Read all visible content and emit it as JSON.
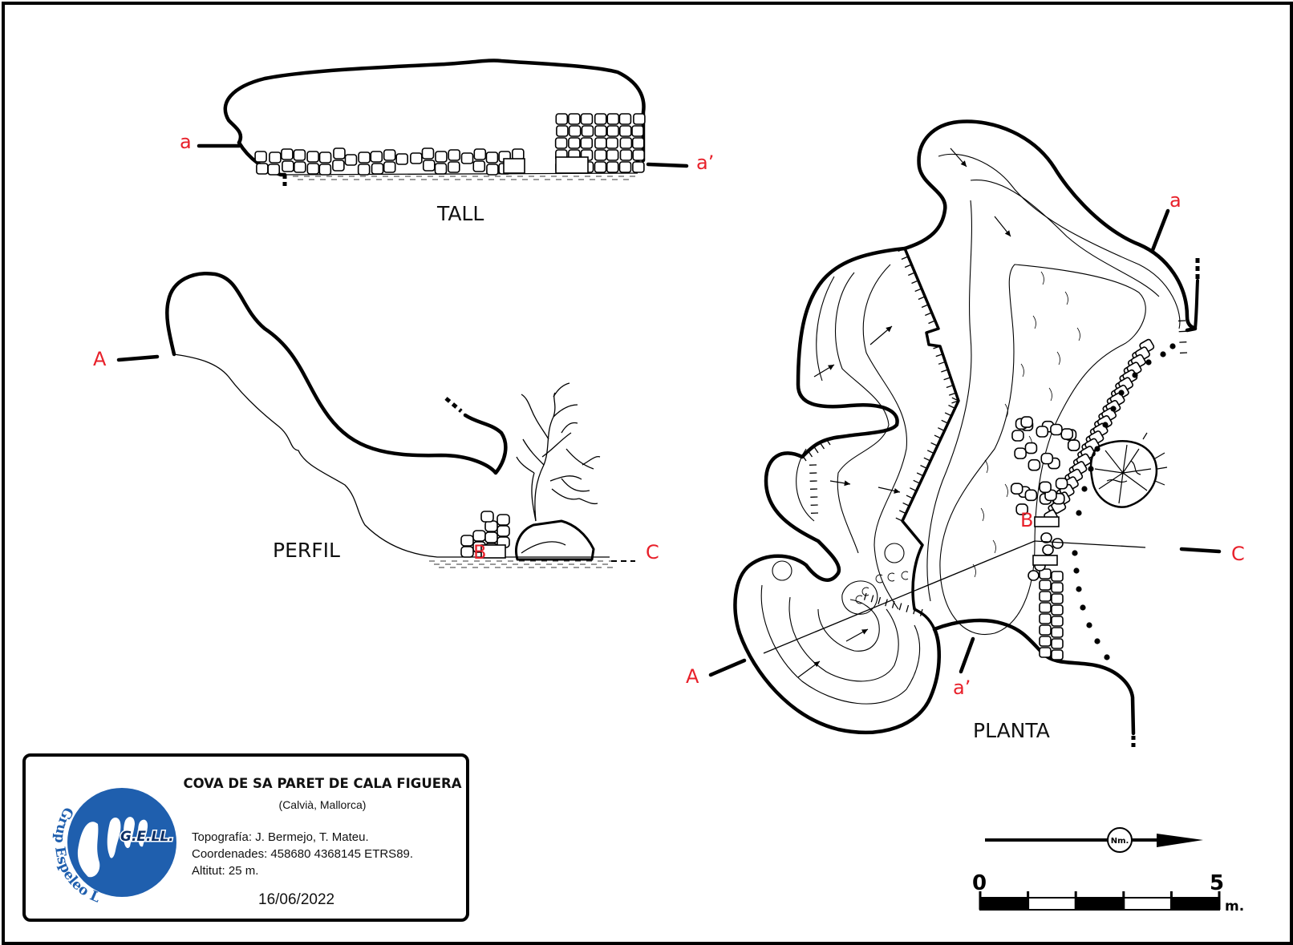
{
  "views": {
    "tall": "TALL",
    "perfil": "PERFIL",
    "planta": "PLANTA"
  },
  "markers": {
    "a": "a",
    "a_prime": "a’",
    "A": "A",
    "B": "B",
    "C": "C"
  },
  "legend": {
    "cave_name": "COVA DE SA PARET DE CALA FIGUERA",
    "location": "(Calvià, Mallorca)",
    "topography": "Topografía: J. Bermejo, T. Mateu.",
    "coordinates": "Coordenades: 458680 4368145 ETRS89.",
    "altitude": "Altitut: 25 m.",
    "date": "16/06/2022"
  },
  "logo": {
    "initials": "G.E.LL.",
    "group_name": "Grup Espeleo Llubí",
    "icon": "cave-logo-icon",
    "color": "#1f5fae"
  },
  "north": {
    "label": "Nm.",
    "icon": "north-arrow-icon"
  },
  "scale": {
    "start": "0",
    "end": "5",
    "unit": "m.",
    "max_value": 5,
    "segments": 5
  },
  "colors": {
    "label_red": "#e8202a",
    "line": "#000000"
  }
}
